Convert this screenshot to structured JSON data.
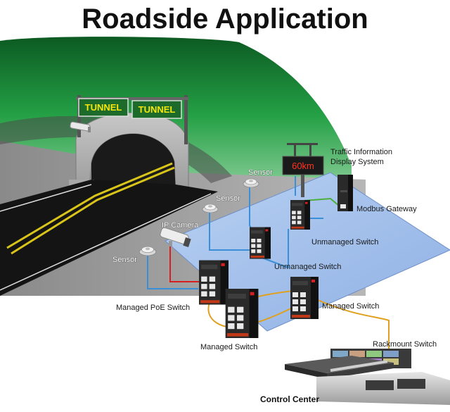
{
  "title": "Roadside Application",
  "tunnel_signs": [
    "TUNNEL",
    "TUNNEL"
  ],
  "led_display_text": "60km",
  "labels": {
    "traffic_display_line1": "Traffic Information",
    "traffic_display_line2": "Display System",
    "sensor_top": "Sensor",
    "sensor_mid": "Sensor",
    "sensor_left": "Sensor",
    "ip_camera": "IP Camera",
    "modbus_gateway": "Modbus Gateway",
    "unmanaged_switch_1": "Unmanaged Switch",
    "unmanaged_switch_2": "Unmanaged Switch",
    "managed_poe_switch": "Managed PoE Switch",
    "managed_switch_right": "Managed Switch",
    "managed_switch_bottom": "Managed Switch",
    "rackmount_switch": "Rackmount Switch",
    "control_center": "Control Center"
  },
  "colors": {
    "tunnel_green": "#1f8a3a",
    "road": "#141414",
    "road_stripe": "#d9c51a",
    "platform": "#8fb3e8",
    "cable_blue": "#3a8fd6",
    "cable_red": "#d42020",
    "cable_green": "#4caf3a",
    "fiber_orange": "#e0a020",
    "led_red": "#ff3322"
  }
}
